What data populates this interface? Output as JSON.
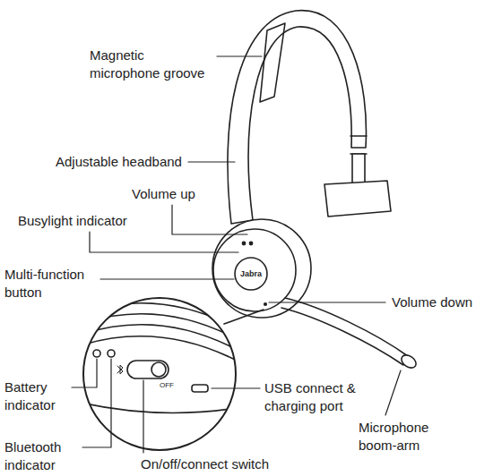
{
  "diagram": {
    "labels": [
      "Magnetic microphone groove",
      "Adjustable headband",
      "Volume up",
      "Busylight indicator",
      "Multi-function button",
      "Volume down",
      "Battery indicator",
      "Bluetooth indicator",
      "On/off/connect switch",
      "USB connect & charging port",
      "Microphone boom-arm",
      "Jabra",
      "OFF"
    ]
  }
}
